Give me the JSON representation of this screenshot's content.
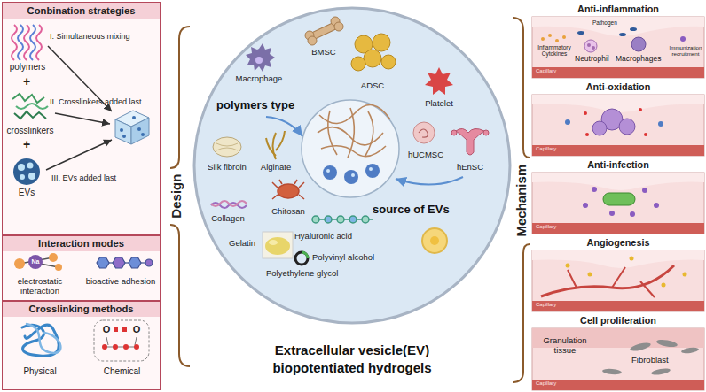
{
  "diagram": {
    "nodes": [
      {
        "text": [
          "Conbination strategies"
        ]
      },
      {
        "text": [
          "Interaction modes"
        ]
      },
      {
        "text": [
          "Crosslinking methods"
        ]
      },
      {
        "text": [
          "Extracellular vesicle(EV) biopotentiated hydrogels"
        ]
      },
      {
        "text": [
          "Anti-inflammation"
        ]
      },
      {
        "text": [
          "Anti-oxidation"
        ]
      },
      {
        "text": [
          "Anti-infection"
        ]
      },
      {
        "text": [
          "Angiogenesis"
        ]
      },
      {
        "text": [
          "Cell proliferation"
        ]
      }
    ],
    "labels": [
      "polymers",
      "+",
      "crosslinkers",
      "+",
      "EVs",
      "I. Simultaneous mixing",
      "II. Crosslinkers added last",
      "III. EVs added last",
      "Na",
      "electrostatic interaction",
      "bioactive adhesion",
      "Physical",
      "O",
      "O",
      "Chemical",
      "Design",
      "Macrophage",
      "BMSC",
      "ADSC",
      "Platelet",
      "polymers type",
      "hUCMSC",
      "hEnSC",
      "Silk fibroin",
      "Alginate",
      "Chitosan",
      "source of EVs",
      "Collagen",
      "Hyaluronic acid",
      "Gelatin",
      "Polyvinyl alcohol",
      "Polyethylene glycol",
      "Mechanism",
      "Pathogen",
      "Inflammatory Cytokines",
      "Neutrophil",
      "Macrophages",
      "Immunization recruitment",
      "Capillary",
      "Capillary",
      "Capillary",
      "Capillary",
      "Granulation tissue",
      "Fibroblast",
      "Capillary"
    ]
  }
}
